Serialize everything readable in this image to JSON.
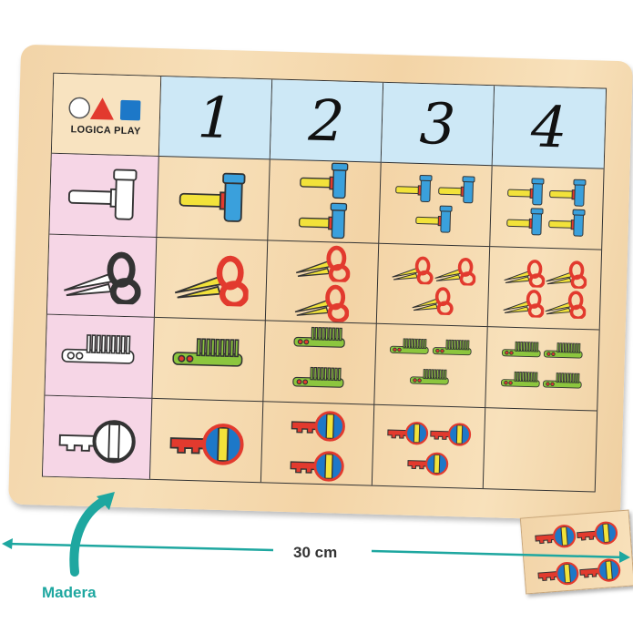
{
  "board": {
    "logo_text": "LOGICA PLAY",
    "column_numbers": [
      "1",
      "2",
      "3",
      "4"
    ],
    "rows": [
      {
        "item": "hammer-icon",
        "counts": [
          1,
          2,
          3,
          4
        ]
      },
      {
        "item": "scissors-icon",
        "counts": [
          1,
          2,
          3,
          4
        ]
      },
      {
        "item": "comb-icon",
        "counts": [
          1,
          2,
          3,
          4
        ]
      },
      {
        "item": "key-icon",
        "counts": [
          1,
          2,
          3,
          0
        ]
      }
    ],
    "loose_tile": {
      "item": "key-icon",
      "count": 4
    }
  },
  "annotations": {
    "dimension": "30 cm",
    "material": "Madera"
  },
  "colors": {
    "accent": "#1ea7a0",
    "header_bg": "#cde8f6",
    "side_bg": "#f6d6e6"
  }
}
